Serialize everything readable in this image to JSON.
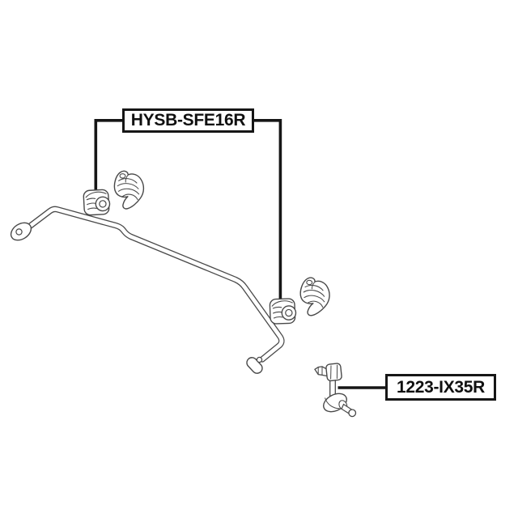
{
  "diagram": {
    "background_color": "#ffffff",
    "ink_color": "#161616",
    "part_line_color": "#484848",
    "parts": [
      "stabilizer-bar",
      "stabilizer-bushing-left",
      "mounting-bracket-left",
      "stabilizer-bushing-right",
      "mounting-bracket-right",
      "stabilizer-link"
    ],
    "callouts": [
      {
        "label": "HYSB-SFE16R",
        "points_to": "stabilizer-bushings"
      },
      {
        "label": "1223-IX35R",
        "points_to": "stabilizer-link"
      }
    ]
  }
}
